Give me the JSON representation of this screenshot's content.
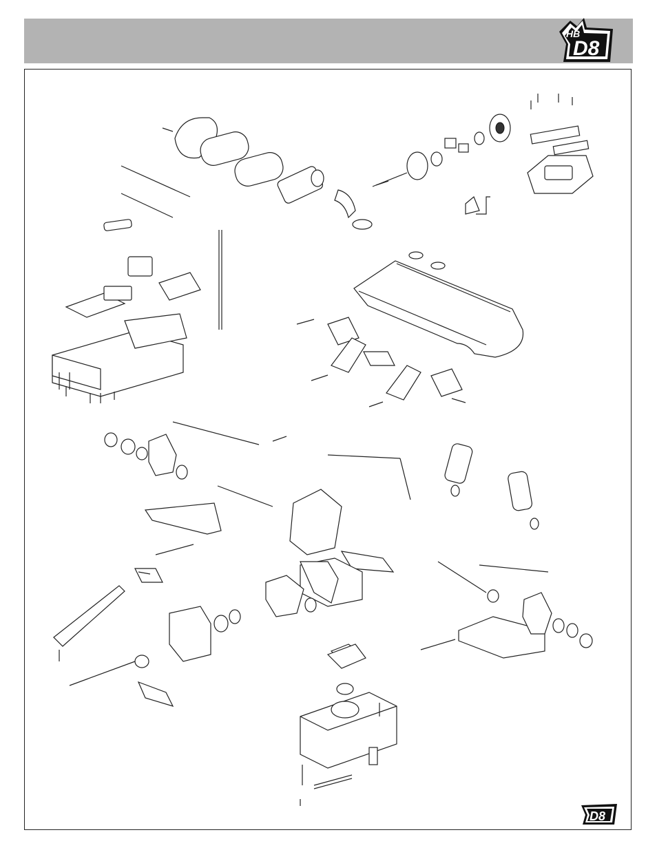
{
  "header": {
    "logo_prefix": "HB",
    "logo_main": "D8"
  },
  "footer": {
    "logo_main": "D8"
  },
  "colors": {
    "header_bar": "#b3b3b3",
    "frame_border": "#222222",
    "logo_fill": "#111111"
  },
  "icons": {
    "top_logo": "hb-d8-logo-icon",
    "bottom_logo": "d8-logo-icon"
  }
}
